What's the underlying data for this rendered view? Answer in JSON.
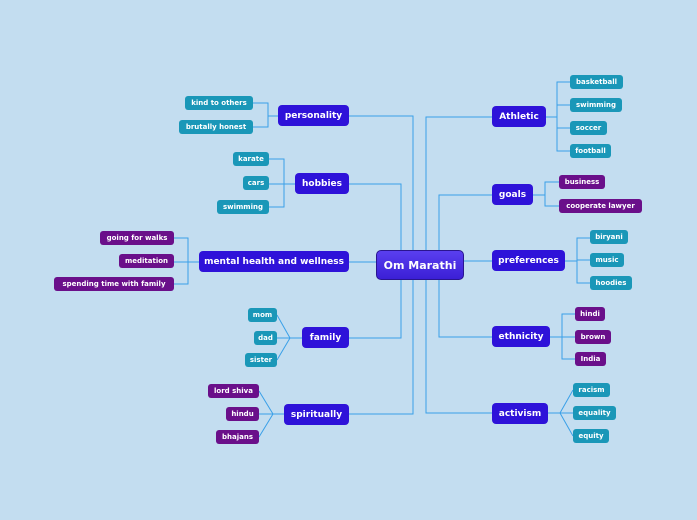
{
  "center": {
    "label": "Om Marathi"
  },
  "branches": [
    {
      "label": "personality",
      "children": [
        "kind to others",
        "brutally honest"
      ]
    },
    {
      "label": "hobbies",
      "children": [
        "karate",
        "cars",
        "swimming"
      ]
    },
    {
      "label": "mental health and wellness",
      "children": [
        "going for walks",
        "meditation",
        "spending time with family"
      ]
    },
    {
      "label": "family",
      "children": [
        "mom",
        "dad",
        "sister"
      ]
    },
    {
      "label": "spiritually",
      "children": [
        "lord shiva",
        "hindu",
        "bhajans"
      ]
    },
    {
      "label": "Athletic",
      "children": [
        "basketball",
        "swimming",
        "soccer",
        "football"
      ]
    },
    {
      "label": "goals",
      "children": [
        "business",
        "cooperate lawyer"
      ]
    },
    {
      "label": "preferences",
      "children": [
        "biryani",
        "music",
        "hoodies"
      ]
    },
    {
      "label": "ethnicity",
      "children": [
        "hindi",
        "brown",
        "India"
      ]
    },
    {
      "label": "activism",
      "children": [
        "racism",
        "equality",
        "equity"
      ]
    }
  ],
  "colors": {
    "background": "#c3ddf0",
    "main_node": "#2e12d9",
    "leaf_teal": "#1a97b8",
    "leaf_purple": "#6a0f8a",
    "connector": "#3aa0e8"
  }
}
